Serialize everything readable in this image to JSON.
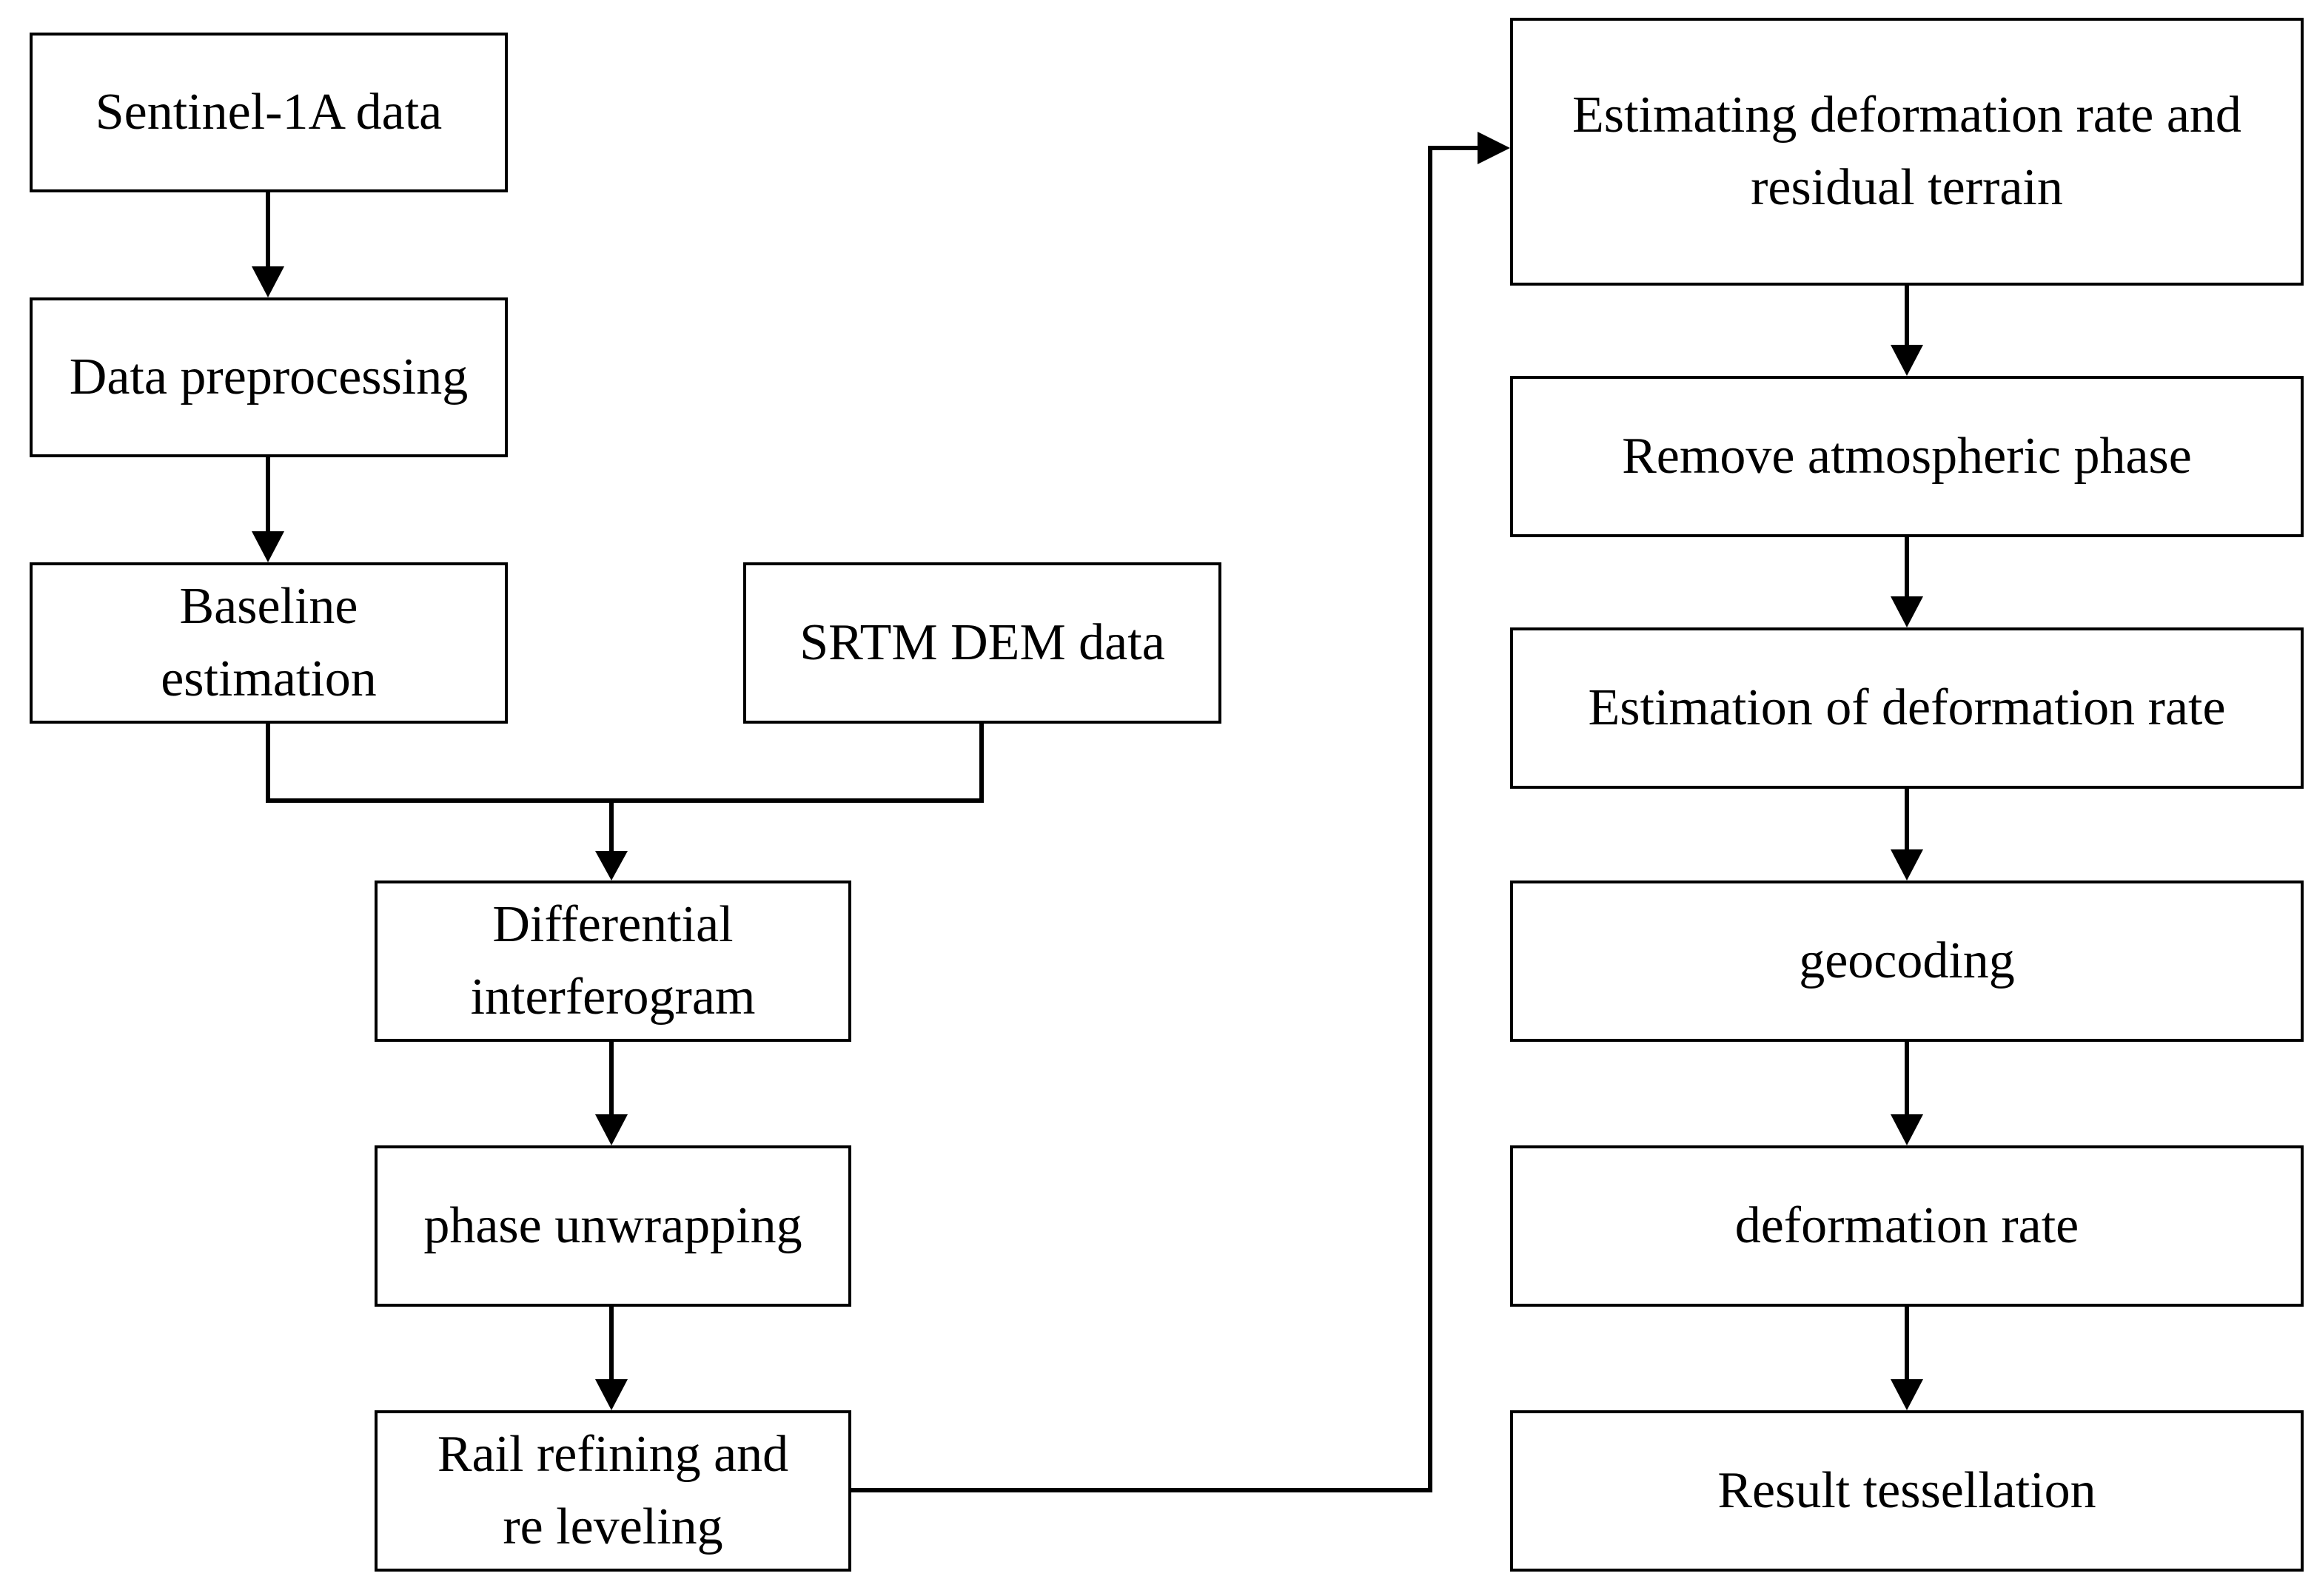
{
  "diagram": {
    "nodes": {
      "sentinel": "Sentinel-1A data",
      "preprocessing": "Data preprocessing",
      "baseline": "Baseline\nestimation",
      "srtm": "SRTM DEM data",
      "differential": "Differential\ninterferogram",
      "unwrapping": "phase unwrapping",
      "rail": "Rail refining and\nre leveling",
      "estimating": "Estimating deformation rate and\nresidual terrain",
      "atmospheric": "Remove atmospheric phase",
      "estimation_rate": "Estimation of deformation rate",
      "geocoding": "geocoding",
      "deformation_rate": "deformation rate",
      "tessellation": "Result tessellation"
    },
    "edges": [
      {
        "from": "sentinel",
        "to": "preprocessing"
      },
      {
        "from": "preprocessing",
        "to": "baseline"
      },
      {
        "from": "baseline",
        "to": "differential"
      },
      {
        "from": "srtm",
        "to": "differential"
      },
      {
        "from": "differential",
        "to": "unwrapping"
      },
      {
        "from": "unwrapping",
        "to": "rail"
      },
      {
        "from": "rail",
        "to": "estimating"
      },
      {
        "from": "estimating",
        "to": "atmospheric"
      },
      {
        "from": "atmospheric",
        "to": "estimation_rate"
      },
      {
        "from": "estimation_rate",
        "to": "geocoding"
      },
      {
        "from": "geocoding",
        "to": "deformation_rate"
      },
      {
        "from": "deformation_rate",
        "to": "tessellation"
      }
    ]
  }
}
